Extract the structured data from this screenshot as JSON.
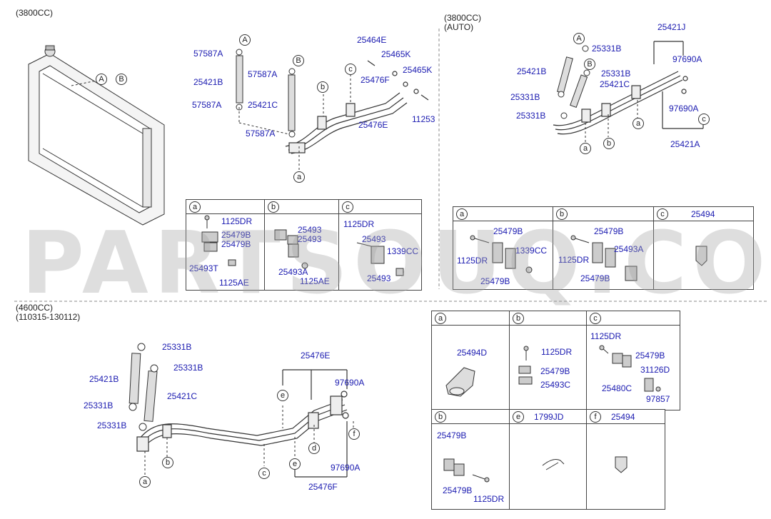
{
  "sections": {
    "s1": "(3800CC)",
    "s2_line1": "(3800CC)",
    "s2_line2": "(AUTO)",
    "s3_line1": "(4600CC)",
    "s3_line2": "(110315-130112)"
  },
  "watermark": "PARTSOUQ.COM",
  "callouts": {
    "a": "a",
    "b": "b",
    "c": "c",
    "d": "d",
    "e": "e",
    "f": "f",
    "A": "A",
    "B": "B"
  },
  "top_left_parts": {
    "p25464E": "25464E",
    "p25465K_1": "25465K",
    "p25465K_2": "25465K",
    "p11253": "11253",
    "p57587A_1": "57587A",
    "p57587A_2": "57587A",
    "p57587A_3": "57587A",
    "p57587A_4": "57587A",
    "p25421B": "25421B",
    "p25421C": "25421C",
    "p25476F": "25476F",
    "p25476E": "25476E"
  },
  "box1": {
    "a": [
      "1125DR",
      "25479B",
      "25479B",
      "25493T",
      "1125AE"
    ],
    "b": [
      "25493",
      "25493",
      "25493A",
      "1125AE"
    ],
    "c": [
      "1125DR",
      "25493",
      "1339CC",
      "25493"
    ]
  },
  "top_right_parts": {
    "p25421J": "25421J",
    "p25331B_1": "25331B",
    "p25331B_2": "25331B",
    "p25331B_3": "25331B",
    "p25331B_4": "25331B",
    "p97690A_1": "97690A",
    "p97690A_2": "97690A",
    "p25421B": "25421B",
    "p25421C": "25421C",
    "p25421A": "25421A"
  },
  "box2": {
    "a": [
      "25479B",
      "1125DR",
      "1339CC",
      "25479B"
    ],
    "b": [
      "25479B",
      "1125DR",
      "25493A",
      "25479B"
    ],
    "c_title": "25494"
  },
  "bottom_parts": {
    "p25331B_1": "25331B",
    "p25331B_2": "25331B",
    "p25331B_3": "25331B",
    "p25331B_4": "25331B",
    "p25421B": "25421B",
    "p25421C": "25421C",
    "p25476E": "25476E",
    "p97690A_1": "97690A",
    "p97690A_2": "97690A",
    "p25476F": "25476F"
  },
  "box3": {
    "a_title": "25494D",
    "b1": [
      "1125DR",
      "25479B",
      "25493C"
    ],
    "c": [
      "1125DR",
      "25479B",
      "31126D",
      "25480C",
      "97857"
    ],
    "b2": [
      "25479B",
      "25479B",
      "1125DR"
    ],
    "e_title": "1799JD",
    "f_title": "25494"
  }
}
